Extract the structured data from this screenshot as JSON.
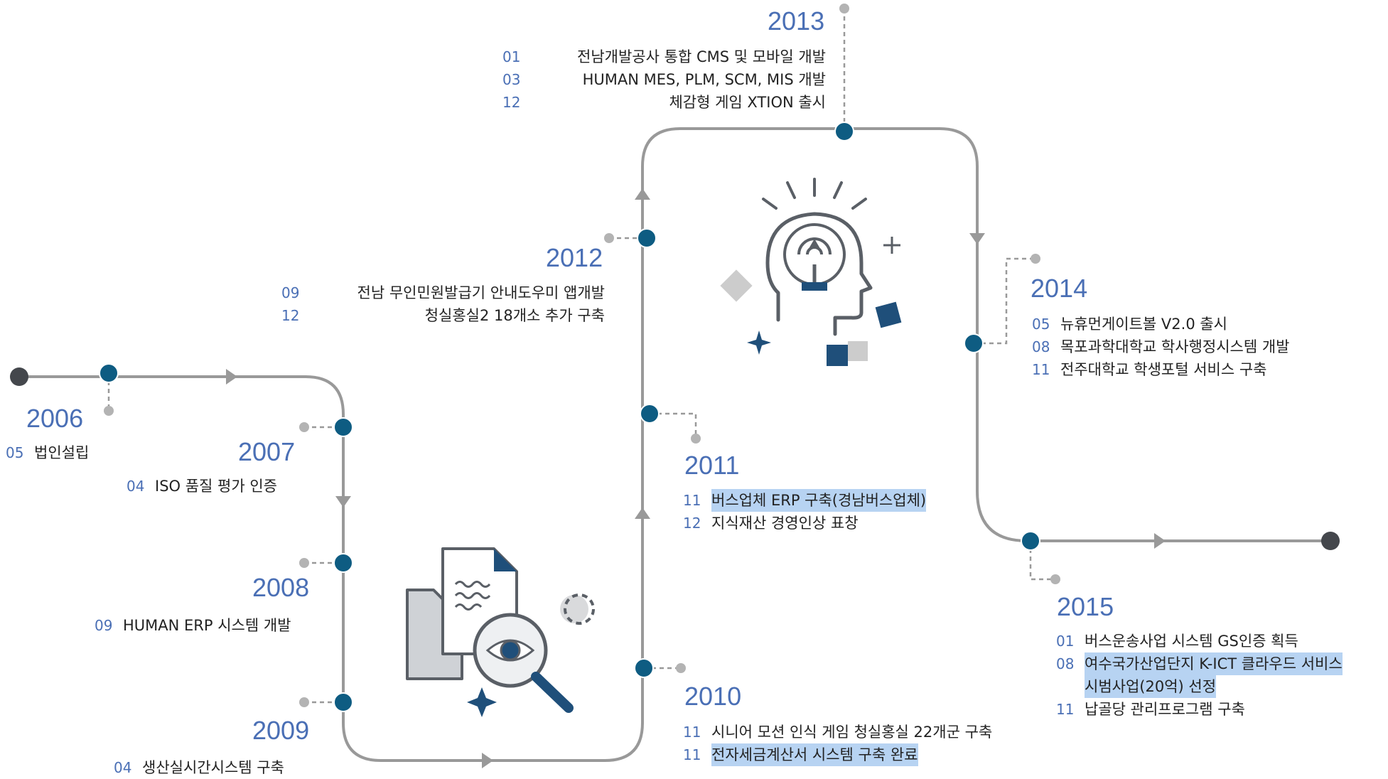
{
  "colors": {
    "line": "#999999",
    "node": "#0e5c82",
    "small_dot": "#b3b3b3",
    "year": "#4a6fb5",
    "highlight": "#b7d3f2",
    "icon_dark": "#1f4f7a",
    "icon_gray": "#5a5f66"
  },
  "icons": [
    "document-magnifier-icon",
    "lightbulb-head-icon",
    "puzzle-icon",
    "sparkle-icon"
  ],
  "timeline": {
    "y2006": {
      "year": "2006",
      "events": [
        {
          "month": "05",
          "text": "법인설립"
        }
      ]
    },
    "y2007": {
      "year": "2007",
      "events": [
        {
          "month": "04",
          "text": "ISO 품질 평가 인증"
        }
      ]
    },
    "y2008": {
      "year": "2008",
      "events": [
        {
          "month": "09",
          "text": "HUMAN ERP 시스템 개발"
        }
      ]
    },
    "y2009": {
      "year": "2009",
      "events": [
        {
          "month": "04",
          "text": "생산실시간시스템 구축"
        }
      ]
    },
    "y2010": {
      "year": "2010",
      "events": [
        {
          "month": "11",
          "text": "시니어 모션 인식 게임 청실홍실 22개군 구축"
        },
        {
          "month": "11",
          "text": "전자세금계산서 시스템 구축 완료"
        }
      ]
    },
    "y2011": {
      "year": "2011",
      "events": [
        {
          "month": "11",
          "text": "버스업체 ERP 구축(경남버스업체)"
        },
        {
          "month": "12",
          "text": "지식재산 경영인상 표창"
        }
      ]
    },
    "y2012": {
      "year": "2012",
      "events": [
        {
          "month": "09",
          "text": "전남 무인민원발급기 안내도우미 앱개발"
        },
        {
          "month": "12",
          "text": "청실홍실2 18개소 추가 구축"
        }
      ]
    },
    "y2013": {
      "year": "2013",
      "events": [
        {
          "month": "01",
          "text": "전남개발공사 통합 CMS 및 모바일 개발"
        },
        {
          "month": "03",
          "text": "HUMAN MES, PLM, SCM, MIS 개발"
        },
        {
          "month": "12",
          "text": "체감형 게임 XTION 출시"
        }
      ]
    },
    "y2014": {
      "year": "2014",
      "events": [
        {
          "month": "05",
          "text": "뉴휴먼게이트볼 V2.0 출시"
        },
        {
          "month": "08",
          "text": "목포과학대학교 학사행정시스템 개발"
        },
        {
          "month": "11",
          "text": "전주대학교 학생포털 서비스 구축"
        }
      ]
    },
    "y2015": {
      "year": "2015",
      "events": [
        {
          "month": "01",
          "text": "버스운송사업 시스템 GS인증 획득"
        },
        {
          "month": "08",
          "text": "여수국가산업단지 K-ICT 클라우드 서비스"
        },
        {
          "month": "",
          "text": "시범사업(20억) 선정"
        },
        {
          "month": "11",
          "text": "납골당 관리프로그램 구축"
        }
      ]
    }
  }
}
